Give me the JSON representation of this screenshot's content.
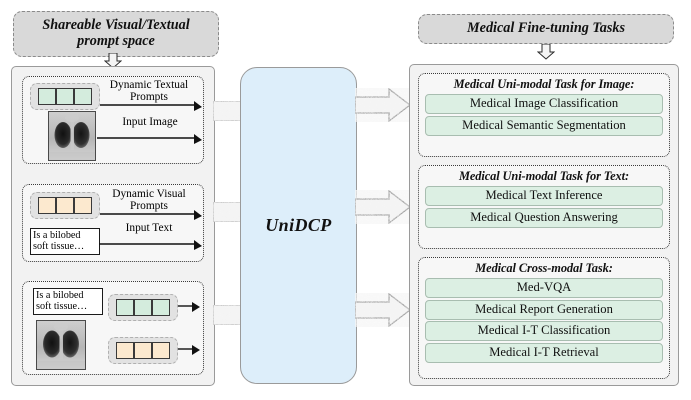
{
  "figure": {
    "title": "UniDCP medical fine-tuning framework overview",
    "type": "architecture-diagram"
  },
  "banners": {
    "left": "Shareable Visual/Textual prompt space",
    "left_line1": "Shareable Visual/Textual",
    "left_line2": "prompt space",
    "right": "Medical Fine-tuning Tasks"
  },
  "center": {
    "model_name": "UniDCP",
    "box_color": "#ddeefa"
  },
  "colors": {
    "green_token": "#d4ecdd",
    "orange_token": "#fce9cf",
    "task_item": "#dcefe3",
    "banner": "#d9d9d9",
    "panel": "#f2f2f2",
    "model_box": "#ddeefa"
  },
  "left_panel": {
    "groups": [
      {
        "name": "uni-modal-image-input",
        "token_color": "green",
        "token_count": 3,
        "flows": [
          {
            "label_line1": "Dynamic Textual",
            "label_line2": "Prompts"
          },
          {
            "label_line1": "Input Image",
            "label_line2": ""
          }
        ],
        "image": "chest-xray",
        "snippet": ""
      },
      {
        "name": "uni-modal-text-input",
        "token_color": "orange",
        "token_count": 3,
        "flows": [
          {
            "label_line1": "Dynamic Visual",
            "label_line2": "Prompts"
          },
          {
            "label_line1": "Input Text",
            "label_line2": ""
          }
        ],
        "image": "",
        "snippet_line1": "Is a bilobed",
        "snippet_line2": "soft tissue…"
      },
      {
        "name": "cross-modal-input",
        "token_color": "both",
        "token_count": 3,
        "flows": [],
        "image": "chest-xray",
        "snippet_line1": "Is a bilobed",
        "snippet_line2": "soft tissue…"
      }
    ]
  },
  "right_panel": {
    "groups": [
      {
        "heading": "Medical Uni-modal Task for Image:",
        "items": [
          "Medical Image Classification",
          "Medical Semantic Segmentation"
        ]
      },
      {
        "heading": "Medical Uni-modal Task for Text:",
        "items": [
          "Medical Text Inference",
          "Medical Question Answering"
        ]
      },
      {
        "heading": "Medical Cross-modal Task:",
        "items": [
          "Med-VQA",
          "Medical Report Generation",
          "Medical I-T Classification",
          "Medical I-T Retrieval"
        ]
      }
    ]
  }
}
